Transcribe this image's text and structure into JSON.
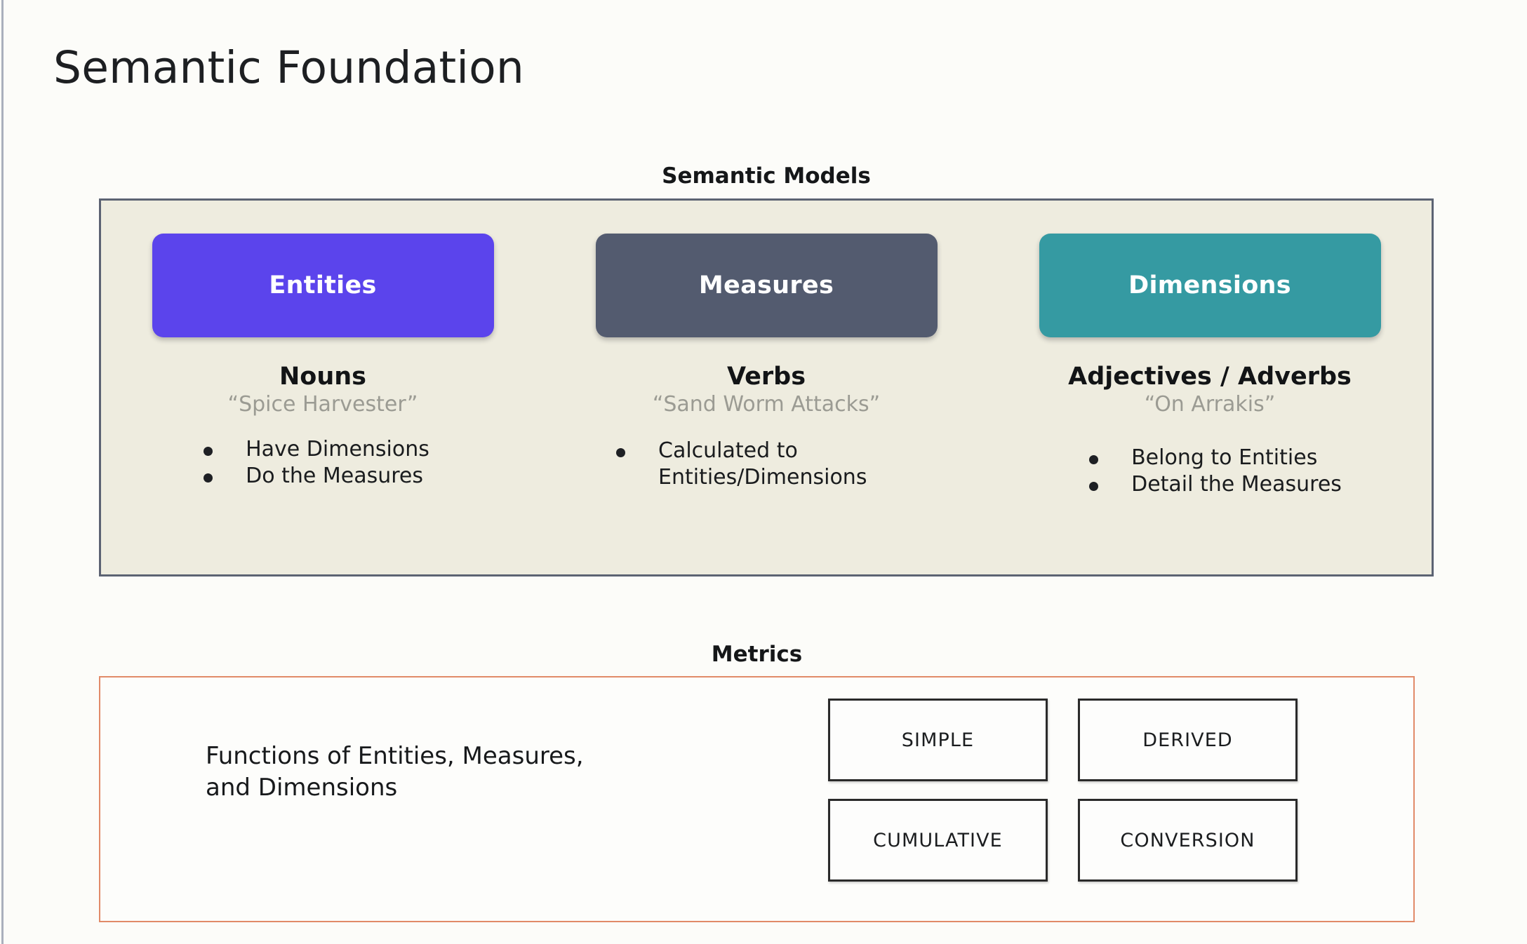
{
  "slide": {
    "title": "Semantic Foundation",
    "background_color": "#fcfcf9"
  },
  "semantic_models": {
    "caption": "Semantic Models",
    "panel_background": "#eeecdf",
    "panel_border_color": "#5c6373",
    "columns": [
      {
        "chip_label": "Entities",
        "chip_color": "#5b44ec",
        "part_of_speech": "Nouns",
        "example": "“Spice Harvester”",
        "bullets": [
          "Have Dimensions",
          "Do the Measures"
        ]
      },
      {
        "chip_label": "Measures",
        "chip_color": "#535b6f",
        "part_of_speech": "Verbs",
        "example": "“Sand Worm Attacks”",
        "bullets": [
          "Calculated to Entities/Dimensions"
        ]
      },
      {
        "chip_label": "Dimensions",
        "chip_color": "#359aa2",
        "part_of_speech": "Adjectives / Adverbs",
        "example": "“On Arrakis”",
        "bullets": [
          "Belong to Entities",
          "Detail the Measures"
        ]
      }
    ]
  },
  "metrics": {
    "caption": "Metrics",
    "panel_border_color": "#e18a68",
    "description_line_1": "Functions of Entities, Measures,",
    "description_line_2": "and Dimensions",
    "types": [
      "SIMPLE",
      "DERIVED",
      "CUMULATIVE",
      "CONVERSION"
    ]
  }
}
